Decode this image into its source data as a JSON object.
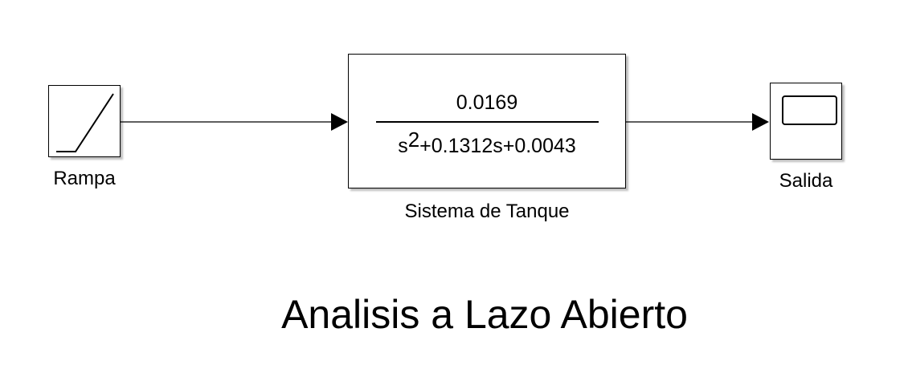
{
  "title": "Analisis a Lazo Abierto",
  "blocks": {
    "ramp": {
      "label": "Rampa",
      "icon": "ramp-icon"
    },
    "transfer_function": {
      "label": "Sistema de Tanque",
      "numerator": "0.0169",
      "denominator_s": "s",
      "denominator_exponent": "2",
      "denominator_rest": "+0.1312s+0.0043"
    },
    "scope": {
      "label": "Salida",
      "icon": "scope-icon"
    }
  },
  "connections": [
    {
      "from": "Rampa",
      "to": "Sistema de Tanque"
    },
    {
      "from": "Sistema de Tanque",
      "to": "Salida"
    }
  ],
  "colors": {
    "stroke": "#000000",
    "background": "#ffffff"
  }
}
